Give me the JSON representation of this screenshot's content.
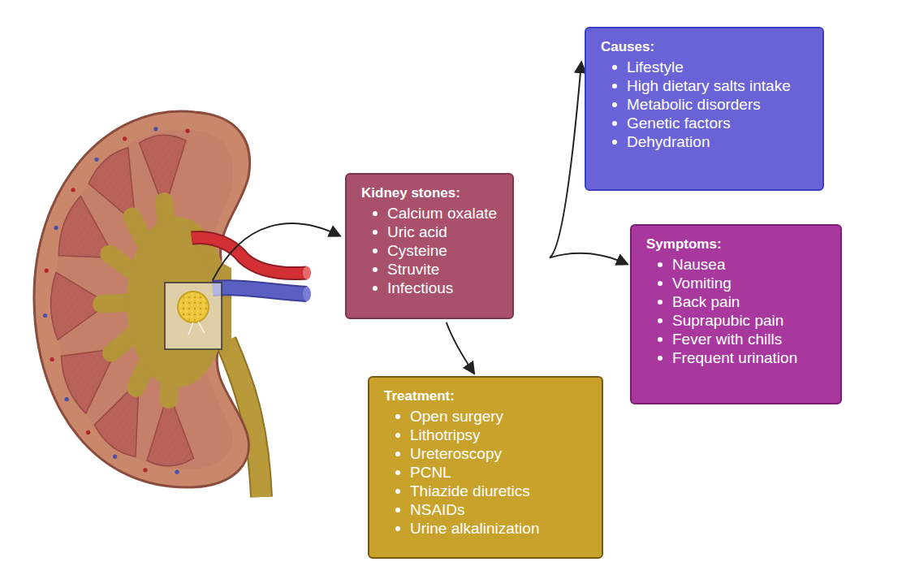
{
  "diagram": {
    "nodes": [
      {
        "text": [
          "Kidney stones:",
          "Calcium oxalate",
          "Uric acid",
          "Cysteine",
          "Struvite",
          "Infectious"
        ]
      },
      {
        "text": [
          "Causes:",
          "Lifestyle",
          "High dietary salts intake",
          "Metabolic disorders",
          "Genetic factors",
          "Dehydration"
        ]
      },
      {
        "text": [
          "Symptoms:",
          "Nausea",
          "Vomiting",
          "Back pain",
          "Suprapubic pain",
          "Fever with chills",
          "Frequent urination"
        ]
      },
      {
        "text": [
          "Treatment:",
          "Open surgery",
          "Lithotripsy",
          "Ureteroscopy",
          "PCNL",
          "Thiazide diuretics",
          "NSAIDs",
          "Urine alkalinization"
        ]
      }
    ],
    "edges": [
      {
        "from": 0,
        "to": 1,
        "arrow": "to"
      },
      {
        "from": 0,
        "to": 2,
        "arrow": "to"
      },
      {
        "from": 0,
        "to": 3,
        "arrow": "to"
      }
    ]
  }
}
